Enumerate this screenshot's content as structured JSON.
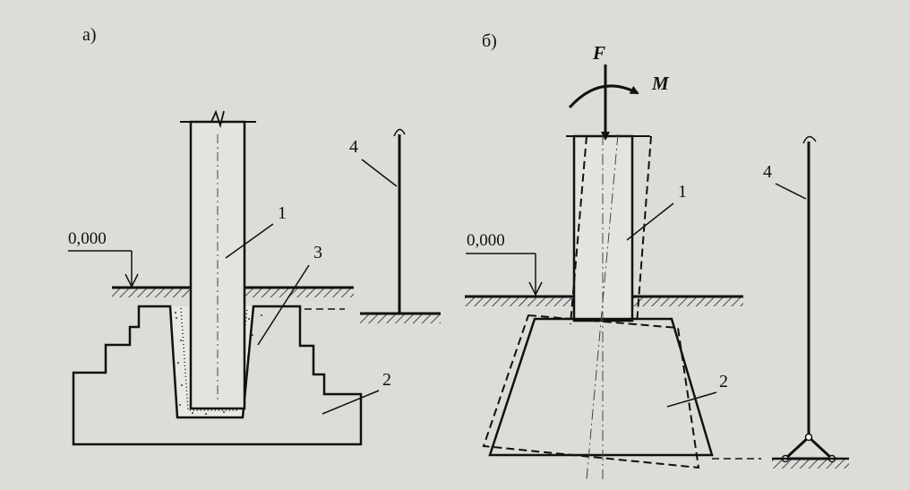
{
  "panels": {
    "a": {
      "label": "а)"
    },
    "b": {
      "label": "б)"
    }
  },
  "level_mark": "0,000",
  "callouts": {
    "column": "1",
    "foundation": "2",
    "grout": "3",
    "scheme": "4"
  },
  "loads": {
    "force": "F",
    "moment": "M"
  }
}
